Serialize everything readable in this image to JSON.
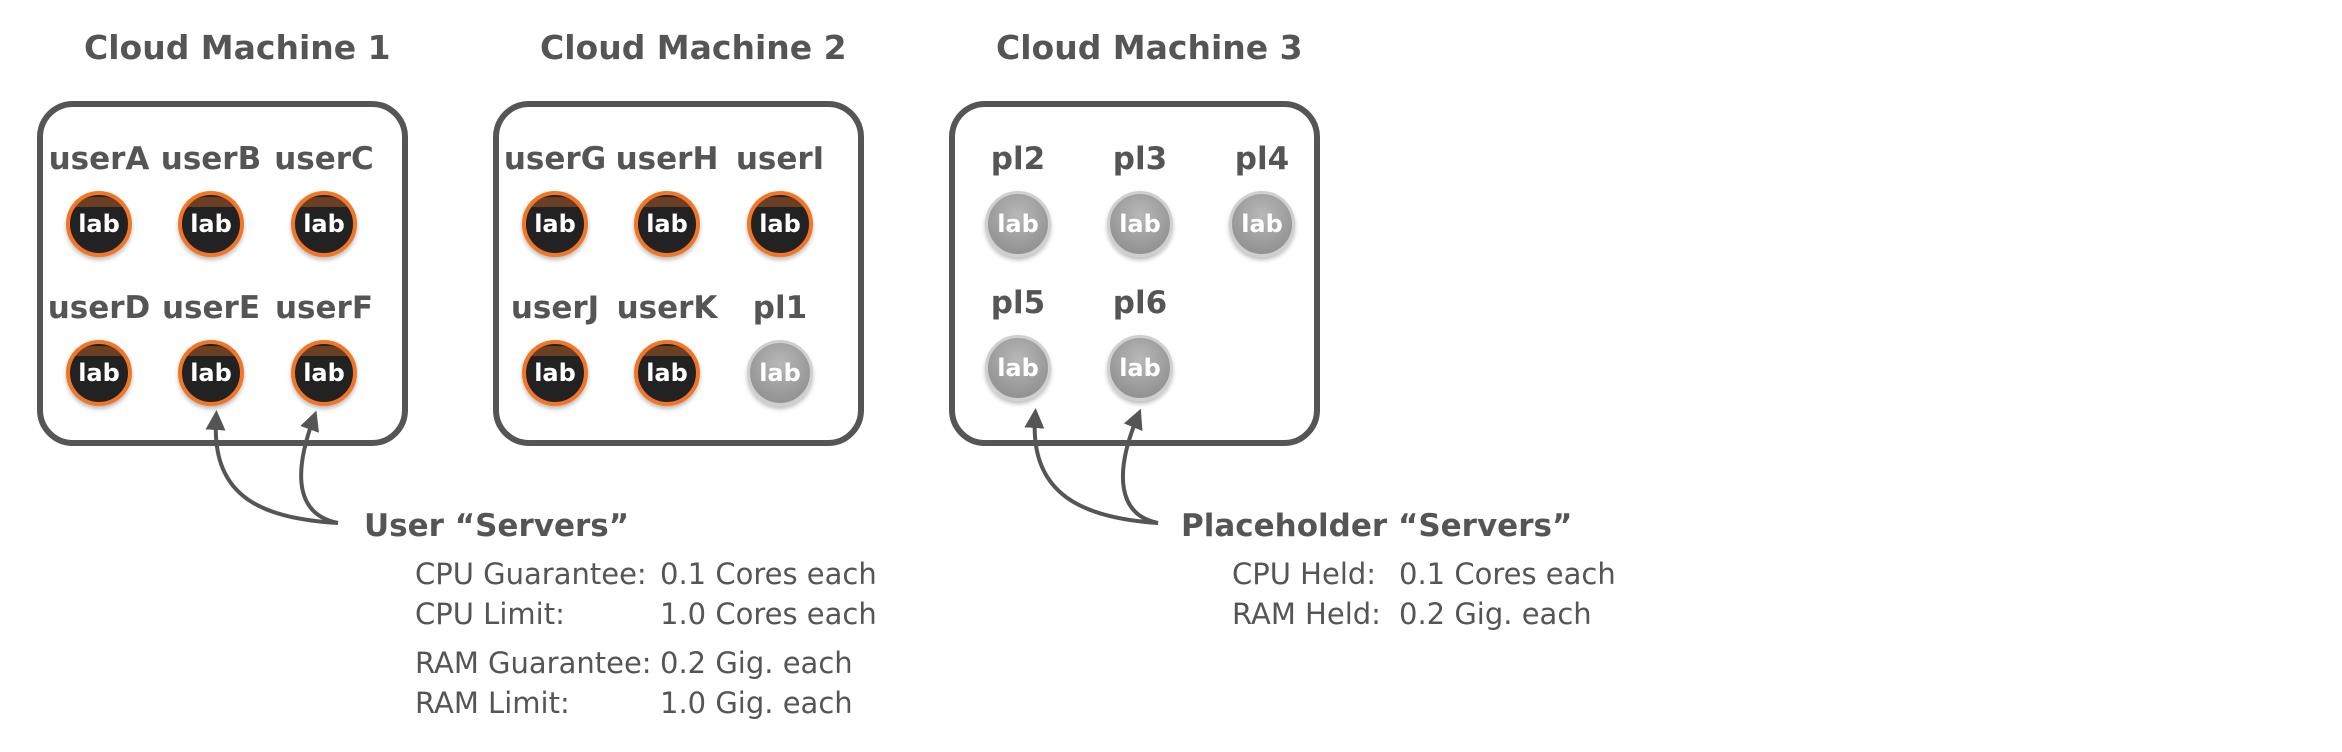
{
  "machines": [
    {
      "title": "Cloud Machine 1",
      "nodes": [
        {
          "label": "userA",
          "kind": "user",
          "icon": "lab"
        },
        {
          "label": "userB",
          "kind": "user",
          "icon": "lab"
        },
        {
          "label": "userC",
          "kind": "user",
          "icon": "lab"
        },
        {
          "label": "userD",
          "kind": "user",
          "icon": "lab"
        },
        {
          "label": "userE",
          "kind": "user",
          "icon": "lab"
        },
        {
          "label": "userF",
          "kind": "user",
          "icon": "lab"
        }
      ]
    },
    {
      "title": "Cloud Machine 2",
      "nodes": [
        {
          "label": "userG",
          "kind": "user",
          "icon": "lab"
        },
        {
          "label": "userH",
          "kind": "user",
          "icon": "lab"
        },
        {
          "label": "userI",
          "kind": "user",
          "icon": "lab"
        },
        {
          "label": "userJ",
          "kind": "user",
          "icon": "lab"
        },
        {
          "label": "userK",
          "kind": "user",
          "icon": "lab"
        },
        {
          "label": "pl1",
          "kind": "placeholder",
          "icon": "lab"
        }
      ]
    },
    {
      "title": "Cloud Machine 3",
      "nodes": [
        {
          "label": "pl2",
          "kind": "placeholder",
          "icon": "lab"
        },
        {
          "label": "pl3",
          "kind": "placeholder",
          "icon": "lab"
        },
        {
          "label": "pl4",
          "kind": "placeholder",
          "icon": "lab"
        },
        {
          "label": "pl5",
          "kind": "placeholder",
          "icon": "lab"
        },
        {
          "label": "pl6",
          "kind": "placeholder",
          "icon": "lab"
        }
      ]
    }
  ],
  "user_servers": {
    "caption": "User “Servers”",
    "specs": [
      {
        "key": "CPU Guarantee:",
        "value": "0.1 Cores each"
      },
      {
        "key": "CPU Limit:",
        "value": "1.0 Cores each"
      },
      {
        "key": "RAM Guarantee:",
        "value": "0.2 Gig. each"
      },
      {
        "key": "RAM Limit:",
        "value": "1.0 Gig. each"
      }
    ]
  },
  "placeholder_servers": {
    "caption": "Placeholder “Servers”",
    "specs": [
      {
        "key": "CPU Held:",
        "value": "0.1 Cores each"
      },
      {
        "key": "RAM Held:",
        "value": "0.2 Gig. each"
      }
    ]
  },
  "colors": {
    "outline": "#555555",
    "user_ring": "#f37626",
    "user_fill": "#222222",
    "placeholder_fill": "#9a9a9a"
  }
}
